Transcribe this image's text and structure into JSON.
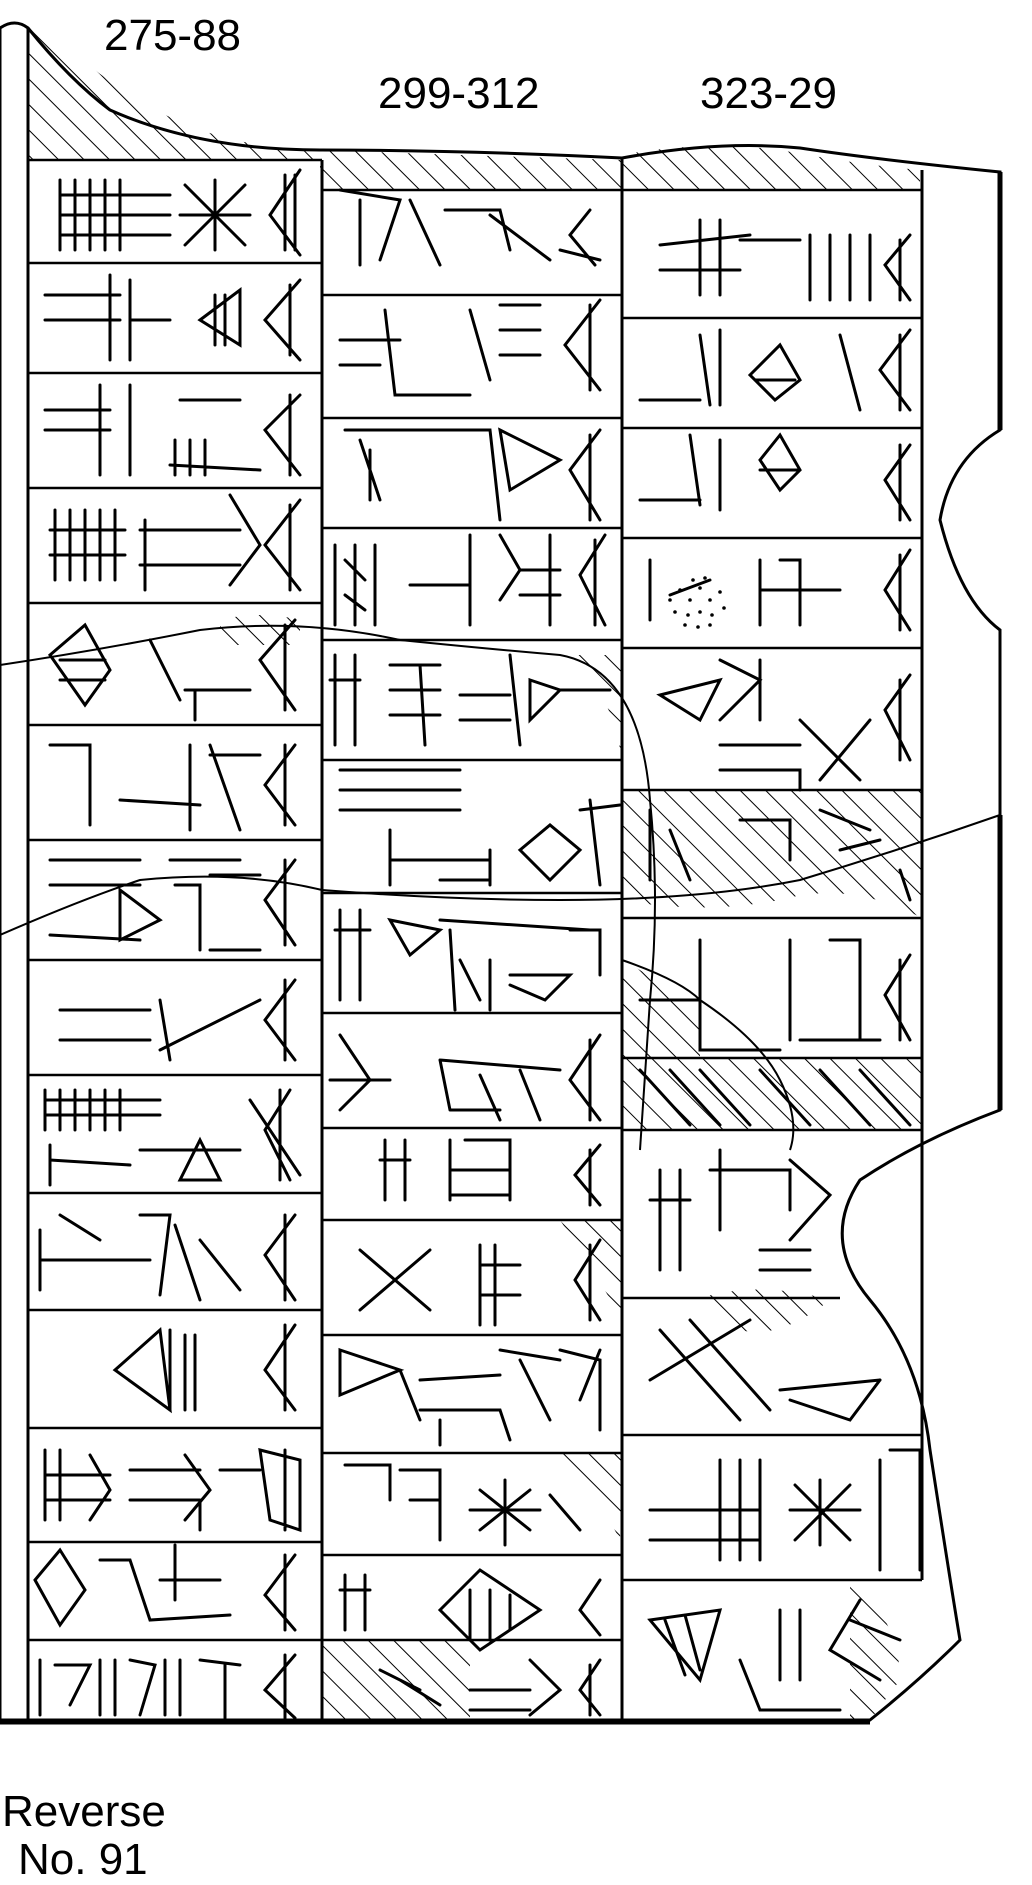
{
  "headers": {
    "col1": "275-88",
    "col2": "299-312",
    "col3": "323-29"
  },
  "caption": {
    "line1": "Reverse",
    "line2": "No. 91"
  },
  "colors": {
    "ink": "#000000",
    "paper": "#ffffff"
  }
}
